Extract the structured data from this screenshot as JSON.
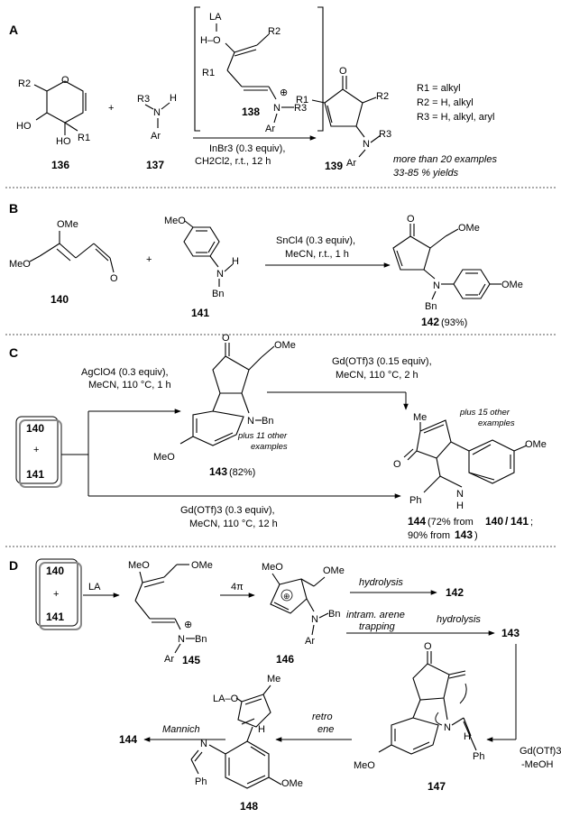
{
  "panels": {
    "a": "A",
    "b": "B",
    "c": "C",
    "d": "D"
  },
  "compounds": {
    "c136": "136",
    "c137": "137",
    "c138": "138",
    "c139": "139",
    "c140": "140",
    "c141": "141",
    "c142": "142",
    "c143": "143",
    "c144": "144",
    "c145": "145",
    "c146": "146",
    "c147": "147",
    "c148": "148"
  },
  "panel_a": {
    "plus": "+",
    "cond1": "InBr3 (0.3 equiv),",
    "cond2": "CH2Cl2, r.t., 12 h",
    "r1": "R1 = alkyl",
    "r2": "R2 = H, alkyl",
    "r3": "R3 = H, alkyl, aryl",
    "scope1": "more than 20 examples",
    "scope2": "33-85 % yields"
  },
  "panel_b": {
    "plus": "+",
    "cond1": "SnCl4 (0.3 equiv),",
    "cond2": "MeCN, r.t., 1 h",
    "yield142": "(93%)"
  },
  "panel_c": {
    "plus": "+",
    "cond_ag1": "AgClO4 (0.3 equiv),",
    "cond_ag2": "MeCN, 110 °C, 1 h",
    "cond_gd1a": "Gd(OTf)3 (0.15 equiv),",
    "cond_gd1b": "MeCN, 110 °C, 2 h",
    "cond_gd2a": "Gd(OTf)3 (0.3 equiv),",
    "cond_gd2b": "MeCN, 110 °C, 12 h",
    "note143a": "plus 11 other",
    "note143b": "examples",
    "note144a": "plus 15 other",
    "note144b": "examples",
    "yield143": "(82%)",
    "yield144a": "(72% from",
    "yield144b": ";",
    "yield144c": "90% from",
    "yield144d": ")",
    "slash": "/"
  },
  "panel_d": {
    "plus": "+",
    "la": "LA",
    "step_4pi": "4π",
    "hydrolysis": "hydrolysis",
    "trap1": "intram. arene",
    "trap2": "trapping",
    "hydrolysis2": "hydrolysis",
    "gd1": "Gd(OTf)3",
    "gd2": "-MeOH",
    "retro1": "retro",
    "retro2": "ene",
    "mannich": "Mannich"
  },
  "atoms": {
    "LA": "LA",
    "O": "O",
    "H": "H",
    "N": "N",
    "R1": "R1",
    "R2": "R2",
    "R3": "R3",
    "Ar": "Ar",
    "HO": "HO",
    "OMe": "OMe",
    "MeO": "MeO",
    "Bn": "Bn",
    "Me": "Me",
    "Ph": "Ph",
    "Nplus": "N",
    "plus": "⊕",
    "minus": "−",
    "LAO": "LA–O",
    "HO_dash": "H–O"
  }
}
